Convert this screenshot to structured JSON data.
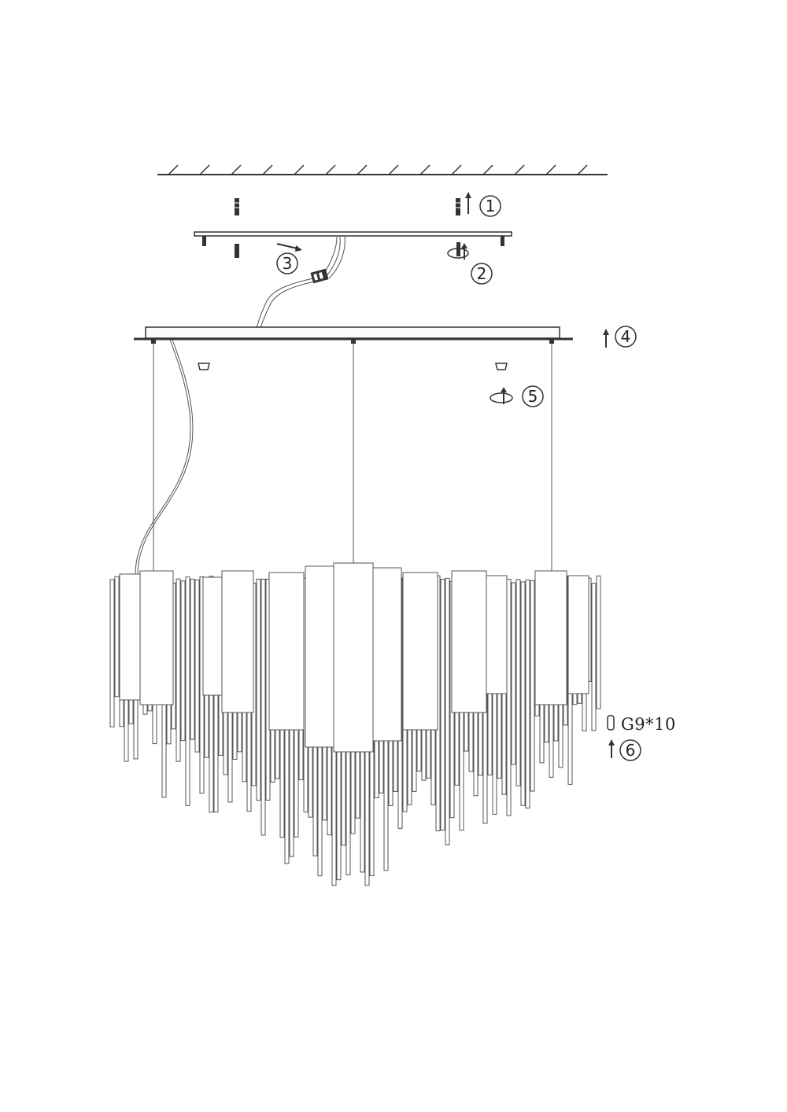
{
  "diagram": {
    "steps": [
      {
        "id": "1",
        "label": "1"
      },
      {
        "id": "2",
        "label": "2"
      },
      {
        "id": "3",
        "label": "3"
      },
      {
        "id": "4",
        "label": "4"
      },
      {
        "id": "5",
        "label": "5"
      },
      {
        "id": "6",
        "label": "6"
      }
    ],
    "bulb_spec": "G9*10",
    "line_color": "#333333",
    "icons": [
      "screw-icon",
      "up-arrow-icon",
      "rotate-arrow-icon",
      "connector-block-icon",
      "bulb-icon"
    ]
  }
}
